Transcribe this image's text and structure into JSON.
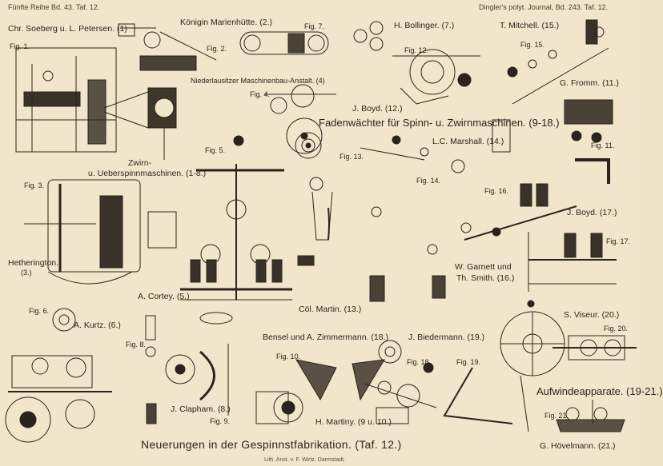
{
  "header": {
    "left": "Fünfte Reihe Bd. 43. Taf. 12.",
    "right": "Dingler's polyt. Journal, Bd. 243. Taf. 12."
  },
  "title": "Neuerungen in der Gespinnstfabrikation. (Taf. 12.)",
  "imprint": "Lith. Anst. v. F. Wirtz, Darmstadt.",
  "labels": {
    "soeberg": "Chr. Soeberg u. L. Petersen. (1)",
    "marienhuette": "Königin Marienhütte. (2.)",
    "bollinger": "H. Bollinger. (7.)",
    "mitchell": "T. Mitchell. (15.)",
    "fromm": "G. Fromm. (11.)",
    "niederlausitzer": "Niederlausitzer Maschinenbau-Anstalt. (4)",
    "boyd12": "J. Boyd. (12.)",
    "fadenwaechter": "Fadenwächter für Spinn- u. Zwirnmaschinen. (9-18.)",
    "marshall": "L.C. Marshall. (14.)",
    "zwirn_1": "Zwirn-",
    "zwirn_2": "u. Ueberspinnmaschinen. (1-8.)",
    "boyd17": "J. Boyd. (17.)",
    "hetherington_1": "Hetherington.",
    "hetherington_2": "(3.)",
    "garnett_1": "W. Garnett und",
    "garnett_2": "Th. Smith. (16.)",
    "cortey": "A. Cortey. (5.)",
    "martin": "Cöl. Martin. (13.)",
    "kurtz": "A. Kurtz. (6.)",
    "viseur": "S. Viseur. (20.)",
    "bensel": "Bensel und A. Zimmermann. (18.)",
    "biedermann": "J. Biedermann. (19.)",
    "clapham": "J. Clapham. (8.)",
    "martiny": "H. Martiny. (9 u. 10.)",
    "aufwinde": "Aufwindeapparate. (19-21.)",
    "hoevelmann": "G. Hövelmann. (21.)"
  },
  "figures": {
    "fig1": "Fig. 1.",
    "fig2": "Fig. 2.",
    "fig3": "Fig. 3.",
    "fig4": "Fig. 4.",
    "fig5": "Fig. 5.",
    "fig6": "Fig. 6.",
    "fig7": "Fig. 7.",
    "fig8": "Fig. 8.",
    "fig9": "Fig. 9.",
    "fig10": "Fig. 10.",
    "fig11": "Fig. 11.",
    "fig12": "Fig. 12.",
    "fig13": "Fig. 13.",
    "fig14": "Fig. 14.",
    "fig15": "Fig. 15.",
    "fig16": "Fig. 16.",
    "fig17": "Fig. 17.",
    "fig18": "Fig. 18.",
    "fig19": "Fig. 19.",
    "fig20": "Fig. 20.",
    "fig21": "Fig. 21."
  }
}
